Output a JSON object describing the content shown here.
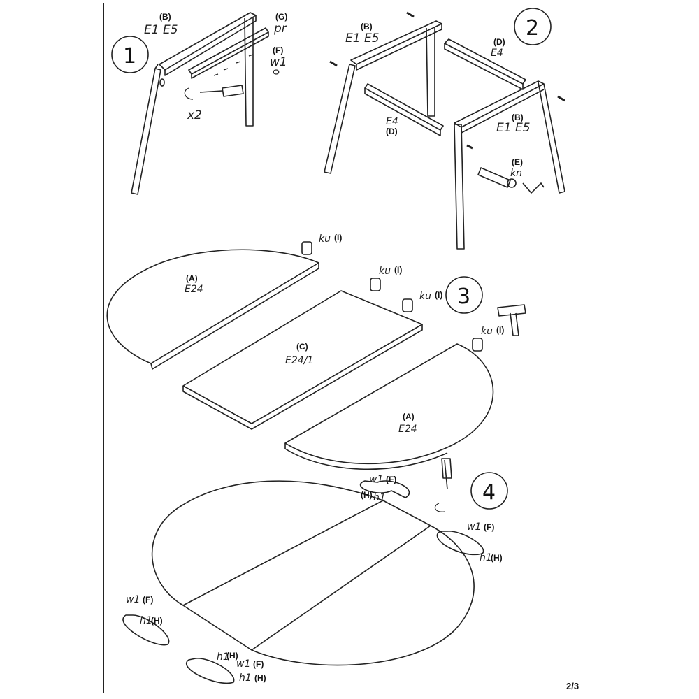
{
  "page_number": "2/3",
  "steps": [
    {
      "number": "1",
      "labels": {
        "b_letter": "(B)",
        "b_codes": "E1  E5",
        "g_letter": "(G)",
        "g_code": "pr",
        "f_letter": "(F)",
        "f_code": "w1",
        "repeat": "x2"
      }
    },
    {
      "number": "2",
      "labels": {
        "b_top_letter": "(B)",
        "b_top_codes": "E1  E5",
        "d_top_letter": "(D)",
        "d_top_code": "E4",
        "d_left_code": "E4",
        "d_left_letter": "(D)",
        "b_right_letter": "(B)",
        "b_right_codes": "E1  E5",
        "e_letter": "(E)",
        "e_code": "kn"
      }
    },
    {
      "number": "3",
      "labels": {
        "ku": "ku",
        "i_letter": "(I)",
        "a_letter": "(A)",
        "a_code": "E24",
        "c_letter": "(C)",
        "c_code": "E24/1"
      }
    },
    {
      "number": "4",
      "labels": {
        "w1": "w1",
        "f_letter": "(F)",
        "h_letter": "(H)",
        "h1": "h1"
      }
    }
  ]
}
